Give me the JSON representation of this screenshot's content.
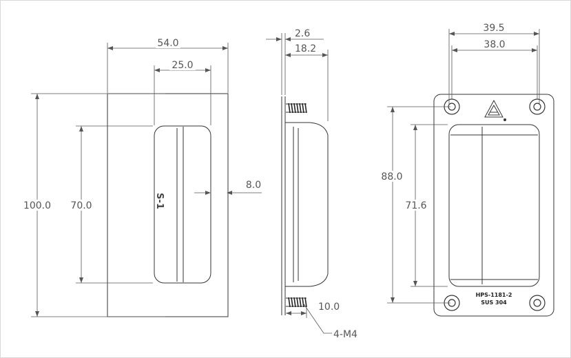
{
  "front_view": {
    "width_total": "54.0",
    "width_recess": "25.0",
    "height_total": "100.0",
    "height_recess": "70.0",
    "depth_step": "8.0",
    "side_mark": "S-1"
  },
  "side_view": {
    "flange_thickness": "2.6",
    "body_depth": "18.2",
    "stud_length": "10.0",
    "stud_callout": "4-M4"
  },
  "back_view": {
    "hole_pitch_outer": "39.5",
    "hole_pitch_inner": "38.0",
    "hole_pitch_vertical": "88.0",
    "recess_height": "71.6",
    "part_number": "HPS-1181-2",
    "material": "SUS 304"
  }
}
